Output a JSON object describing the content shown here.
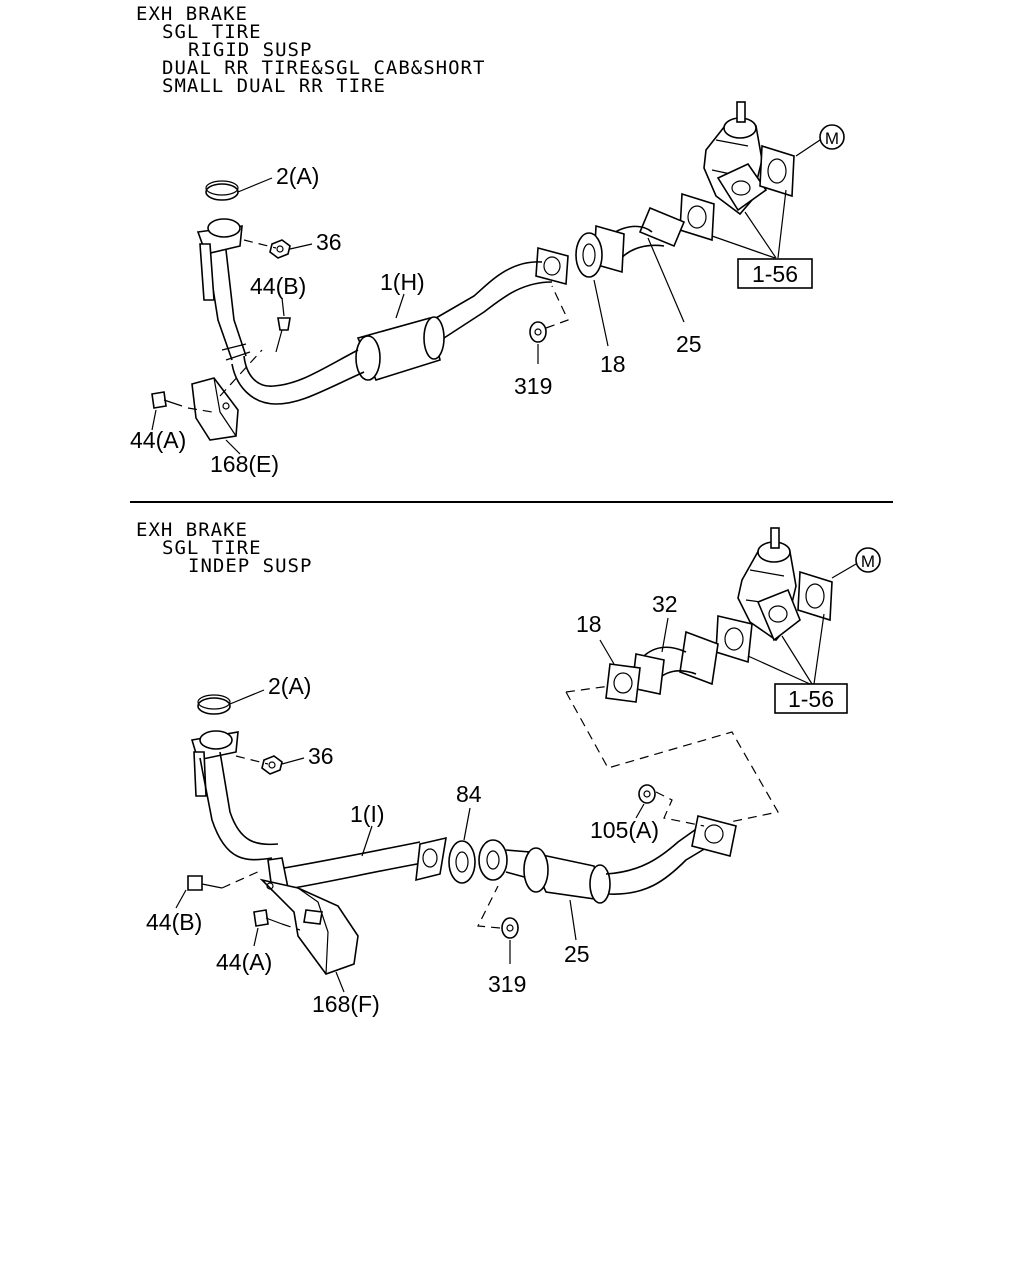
{
  "top": {
    "header": [
      "EXH BRAKE",
      "SGL TIRE",
      "RIGID SUSP",
      "DUAL RR TIRE&SGL CAB&SHORT",
      "SMALL DUAL RR TIRE"
    ],
    "labels": {
      "l_2a": "2(A)",
      "l_36": "36",
      "l_44b": "44(B)",
      "l_1h": "1(H)",
      "l_44a": "44(A)",
      "l_168e": "168(E)",
      "l_319": "319",
      "l_18": "18",
      "l_25": "25",
      "l_156": "1-56",
      "l_m": "M"
    }
  },
  "bottom": {
    "header": [
      "EXH BRAKE",
      "SGL TIRE",
      "INDEP SUSP"
    ],
    "labels": {
      "l_m": "M",
      "l_32": "32",
      "l_18": "18",
      "l_156": "1-56",
      "l_2a": "2(A)",
      "l_36": "36",
      "l_84": "84",
      "l_1i": "1(I)",
      "l_105a": "105(A)",
      "l_44b": "44(B)",
      "l_44a": "44(A)",
      "l_25": "25",
      "l_319": "319",
      "l_168f": "168(F)"
    }
  }
}
